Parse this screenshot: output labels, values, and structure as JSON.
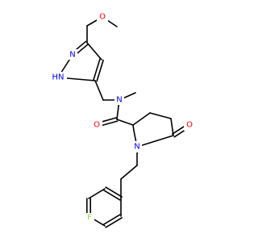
{
  "colors": {
    "carbon_bond": "#000000",
    "oxygen": "#ff0000",
    "nitrogen": "#0000ff",
    "fluorine": "#90e050"
  },
  "atoms": {
    "o_methoxy": "O",
    "n_pyrazole_1": "N",
    "n_pyrazole_2": "HN",
    "n_amide": "N",
    "o_amide": "O",
    "n_ring": "N",
    "o_ring": "O",
    "f": "F"
  }
}
